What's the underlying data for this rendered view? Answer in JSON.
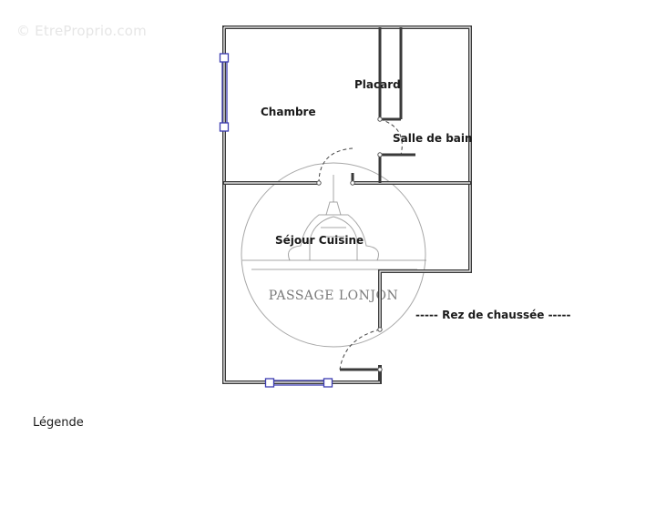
{
  "watermark": {
    "site": "© EtreProprio.com",
    "agency": "PASSAGE LONJON"
  },
  "rooms": {
    "chambre": "Chambre",
    "placard": "Placard",
    "salle_de_bain": "Salle de bain",
    "sejour_cuisine": "Séjour Cuisine"
  },
  "level": "----- Rez de chaussée -----",
  "legend": "Légende",
  "colors": {
    "wall": "#3a3a3a",
    "window": "#3b3bb0",
    "watermark": "#8a8a8a"
  }
}
